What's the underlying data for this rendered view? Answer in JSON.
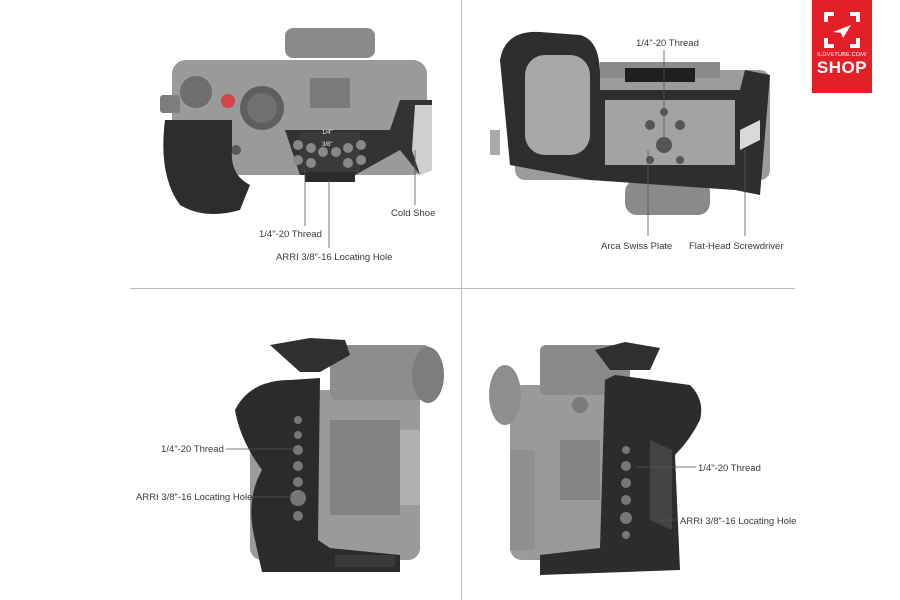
{
  "panels": {
    "top_left": {
      "labels": {
        "thread": "1/4\"-20 Thread",
        "locating_hole": "ARRI 3/8\"-16 Locating Hole",
        "cold_shoe": "Cold Shoe"
      },
      "engraved": {
        "quarter": "1/4\"",
        "three_eighths": "3/8\""
      }
    },
    "top_right": {
      "labels": {
        "thread": "1/4\"-20 Thread",
        "arca_plate": "Arca Swiss Plate",
        "screwdriver": "Flat-Head Screwdriver"
      }
    },
    "bottom_left": {
      "labels": {
        "thread": "1/4\"-20 Thread",
        "locating_hole": "ARRI 3/8\"-16 Locating Hole"
      }
    },
    "bottom_right": {
      "labels": {
        "thread": "1/4\"-20 Thread",
        "locating_hole": "ARRI 3/8\"-16 Locating Hole"
      }
    }
  },
  "badge": {
    "small_text": "ILOVETUBE.COM/",
    "big_text": "SHOP"
  },
  "colors": {
    "badge_red": "#e32028",
    "camera_gray": "#8e8e8e",
    "cage_black": "#2a2a2a",
    "divider": "#bdbdbd"
  }
}
